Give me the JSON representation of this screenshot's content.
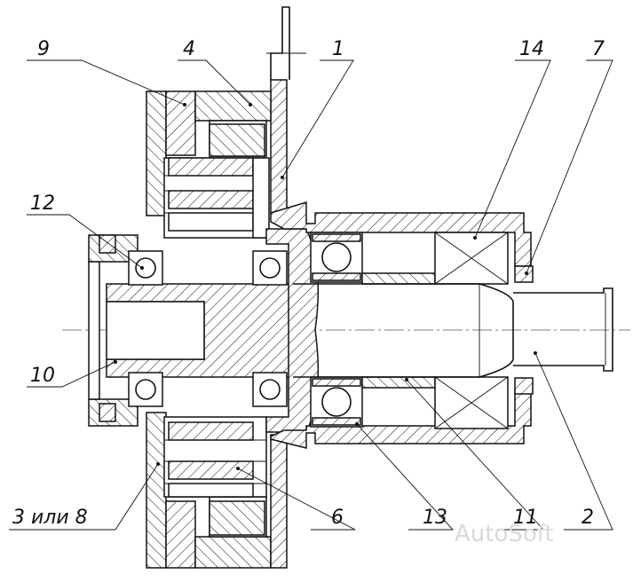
{
  "callouts": {
    "c1": "1",
    "c2": "2",
    "c3": "3 или 8",
    "c4": "4",
    "c6": "6",
    "c7": "7",
    "c9": "9",
    "c10": "10",
    "c11": "11",
    "c12": "12",
    "c13": "13",
    "c14": "14"
  },
  "watermark": "AutoSoft"
}
